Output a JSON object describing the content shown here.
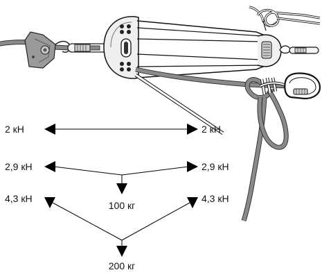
{
  "colors": {
    "rope": "#888888",
    "rope_outline": "#333333",
    "metal": "#e8e8e8",
    "line": "#000000"
  },
  "illustration": {
    "elements": [
      "rope-clamp",
      "screw-link",
      "triangle-plate",
      "sling",
      "figure-eight-knot",
      "carabiner",
      "prusik-knot"
    ]
  },
  "forces": [
    {
      "id": "straight",
      "left": "2 кН",
      "right": "2 кН",
      "load": ""
    },
    {
      "id": "shallow",
      "left": "2,9 кН",
      "right": "2,9 кН",
      "load": "100 кг"
    },
    {
      "id": "deep",
      "left": "4,3 кН",
      "right": "4,3 кН",
      "load": "200 кг"
    }
  ]
}
